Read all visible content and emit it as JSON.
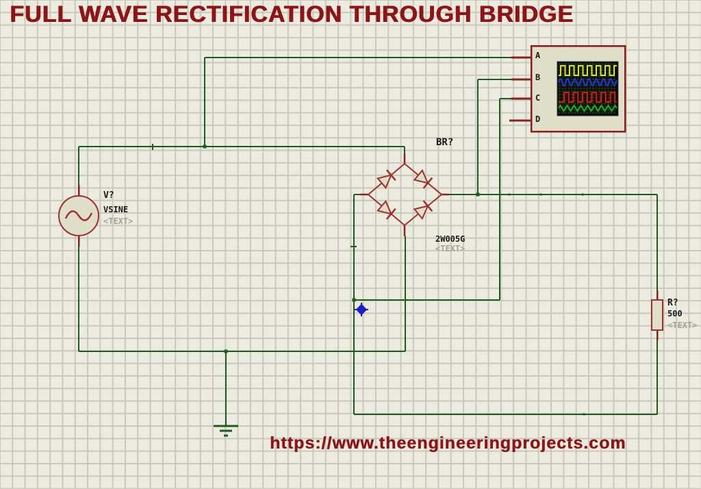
{
  "title": "FULL WAVE RECTIFICATION THROUGH BRIDGE",
  "watermark": "https://www.theengineeringprojects.com",
  "colors": {
    "background": "#EBEBDF",
    "grid_line": "#C9C9BA",
    "wire_green": "#1D5B1E",
    "component_red": "#A03030",
    "pin_stub_red": "#8E2020",
    "scope_border_red": "#8E1A1A",
    "component_fill": "#DFDFC9",
    "title_red": "#8E1417",
    "placeholder_gray": "#A4A496",
    "origin_marker_blue": "#1A1AD0",
    "screen_black": "#050505",
    "screen_grid_green": "#16380F"
  },
  "source": {
    "ref": "V?",
    "value": "VSINE",
    "text": "<TEXT>"
  },
  "bridge": {
    "ref": "BR?",
    "value": "2W005G",
    "text": "<TEXT>"
  },
  "resistor": {
    "ref": "R?",
    "value": "500",
    "text": "<TEXT>"
  },
  "scope": {
    "channels": [
      {
        "label": "A",
        "color": "#E8E10B",
        "wave": "square",
        "mid": 103,
        "amp": 7,
        "period": 13,
        "lead": 3
      },
      {
        "label": "B",
        "color": "#2634E8",
        "wave": "sine",
        "mid": 120,
        "amp": 5,
        "period": 10.5,
        "lead": 0
      },
      {
        "label": "C",
        "color": "#E81010",
        "wave": "square",
        "mid": 142,
        "amp": 7,
        "period": 13.5,
        "lead": 8
      },
      {
        "label": "D",
        "color": "#17B917",
        "wave": "triangle",
        "mid": 158,
        "amp": 4,
        "period": 10,
        "lead": 0
      }
    ]
  }
}
